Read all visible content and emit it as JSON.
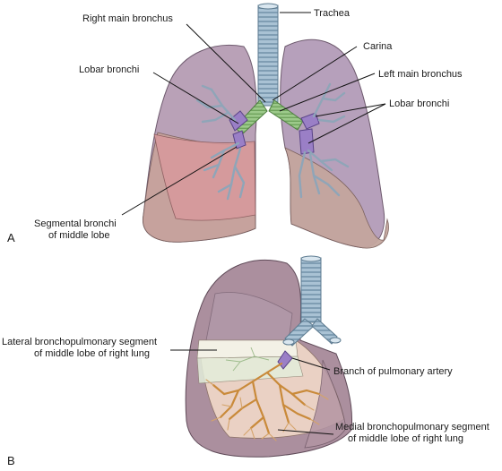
{
  "figure": {
    "panel_a": {
      "panel_letter": "A",
      "labels": {
        "trachea": "Trachea",
        "right_main_bronchus": "Right main bronchus",
        "carina": "Carina",
        "lobar_bronchi_left": "Lobar bronchi",
        "left_main_bronchus": "Left main bronchus",
        "lobar_bronchi_right": "Lobar bronchi",
        "segmental_line1": "Segmental bronchi",
        "segmental_line2": "of middle lobe"
      }
    },
    "panel_b": {
      "panel_letter": "B",
      "labels": {
        "lateral_line1": "Lateral bronchopulmonary segment",
        "lateral_line2": "of middle lobe of right lung",
        "pulmonary_artery": "Branch of pulmonary artery",
        "medial_line1": "Medial bronchopulmonary segment",
        "medial_line2": "of middle lobe of right lung"
      }
    },
    "colors": {
      "lung": "#b8a3b8",
      "lung_lower": "#c9a9a0",
      "middle_lobe": "#d99a9a",
      "trachea": "#9fb8cc",
      "bronchus_main": "#8fbf7a",
      "lobar": "#9b7fc8",
      "artery": "#c98a3a"
    }
  }
}
